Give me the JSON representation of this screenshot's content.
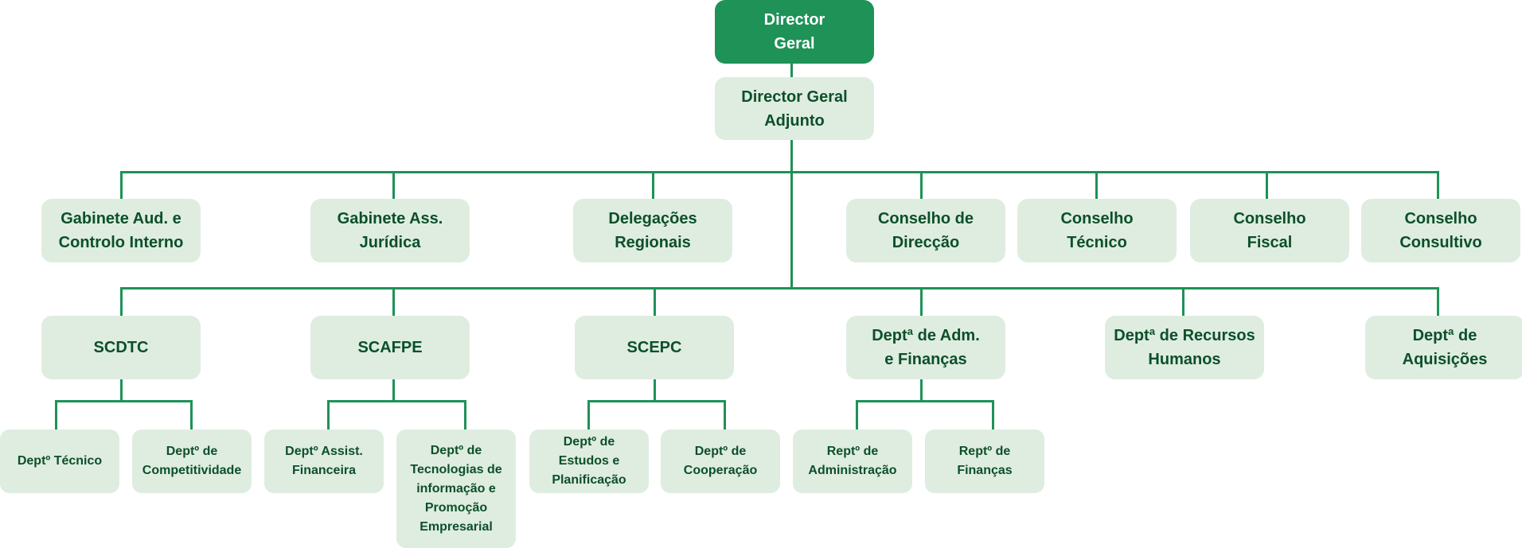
{
  "colors": {
    "primary": "#1e9257",
    "box_bg": "#deede0",
    "text": "#0d4f2b",
    "line": "#1e9257"
  },
  "org_chart": {
    "root": {
      "label": "Director\nGeral"
    },
    "deputy": {
      "label": "Director Geral\nAdjunto"
    },
    "staff_units": [
      {
        "label": "Gabinete Aud. e\nControlo Interno"
      },
      {
        "label": "Gabinete Ass.\nJurídica"
      },
      {
        "label": "Delegações\nRegionais"
      },
      {
        "label": "Conselho de\nDirecção"
      },
      {
        "label": "Conselho\nTécnico"
      },
      {
        "label": "Conselho\nFiscal"
      },
      {
        "label": "Conselho\nConsultivo"
      }
    ],
    "services": [
      {
        "label": "SCDTC",
        "children": [
          {
            "label": "Deptº Técnico"
          },
          {
            "label": "Deptº de\nCompetitividade"
          }
        ]
      },
      {
        "label": "SCAFPE",
        "children": [
          {
            "label": "Deptº Assist.\nFinanceira"
          },
          {
            "label": "Deptº  de\nTecnologias de\ninformação e\nPromoção\nEmpresarial"
          }
        ]
      },
      {
        "label": "SCEPC",
        "children": [
          {
            "label": "Deptº  de\nEstudos e\nPlanificação"
          },
          {
            "label": "Deptº de\nCooperação"
          }
        ]
      },
      {
        "label": "Deptª de Adm.\ne Finanças",
        "children": [
          {
            "label": "Reptº de\nAdministração"
          },
          {
            "label": "Reptº  de\nFinanças"
          }
        ]
      },
      {
        "label": "Deptª de Recursos\nHumanos",
        "children": []
      },
      {
        "label": "Deptª de\nAquisições",
        "children": []
      }
    ]
  }
}
